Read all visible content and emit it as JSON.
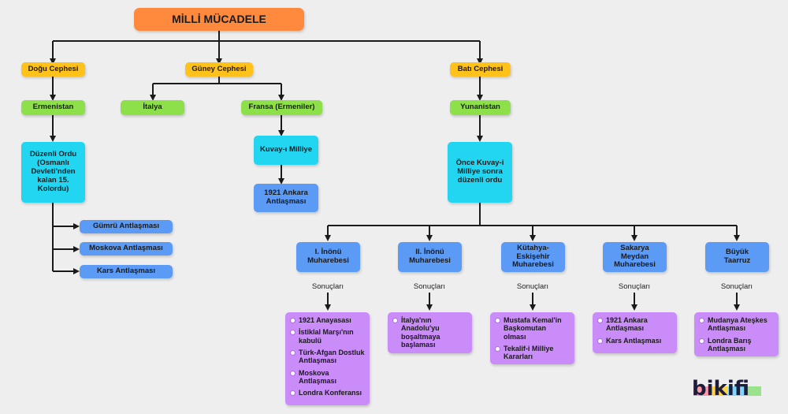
{
  "title": "MİLLİ MÜCADELE",
  "fronts": {
    "dogu": {
      "label": "Doğu Cephesi",
      "enemy": "Ermenistan",
      "force": "Düzenli Ordu (Osmanlı Devleti'nden kalan 15. Kolordu)",
      "treaties": [
        "Gümrü Antlaşması",
        "Moskova Antlaşması",
        "Kars Antlaşması"
      ]
    },
    "guney": {
      "label": "Güney Cephesi",
      "enemy1": "İtalya",
      "enemy2": "Fransa (Ermeniler)",
      "force": "Kuvay-ı Milliye",
      "result": "1921 Ankara Antlaşması"
    },
    "bati": {
      "label": "Batı Cephesi",
      "enemy": "Yunanistan",
      "force": "Önce Kuvay-i Milliye sonra düzenli ordu"
    }
  },
  "results_label": "Sonuçları",
  "battles": [
    {
      "name": "I. İnönü Muharebesi",
      "results": [
        "1921 Anayasası",
        "İstiklal Marşı'nın kabulü",
        "Türk-Afgan Dostluk Antlaşması",
        "Moskova Antlaşması",
        "Londra Konferansı"
      ]
    },
    {
      "name": "II. İnönü Muharebesi",
      "results": [
        "İtalya'nın Anadolu'yu boşaltmaya başlaması"
      ]
    },
    {
      "name": "Kütahya-Eskişehir Muharebesi",
      "results": [
        "Mustafa Kemal'in Başkomutan olması",
        "Tekalif-i Milliye Kararları"
      ]
    },
    {
      "name": "Sakarya Meydan Muharebesi",
      "results": [
        "1921 Ankara Antlaşması",
        "Kars Antlaşması"
      ]
    },
    {
      "name": "Büyük Taarruz",
      "results": [
        "Mudanya Ateşkes Antlaşması",
        "Londra Barış Antlaşması"
      ]
    }
  ],
  "logo": "bikifi",
  "colors": {
    "title": "#ff8a3d",
    "front": "#ffc21a",
    "enemy": "#8ee04a",
    "force": "#22d6f2",
    "battle": "#5b9bf5",
    "result": "#c98cf8"
  }
}
